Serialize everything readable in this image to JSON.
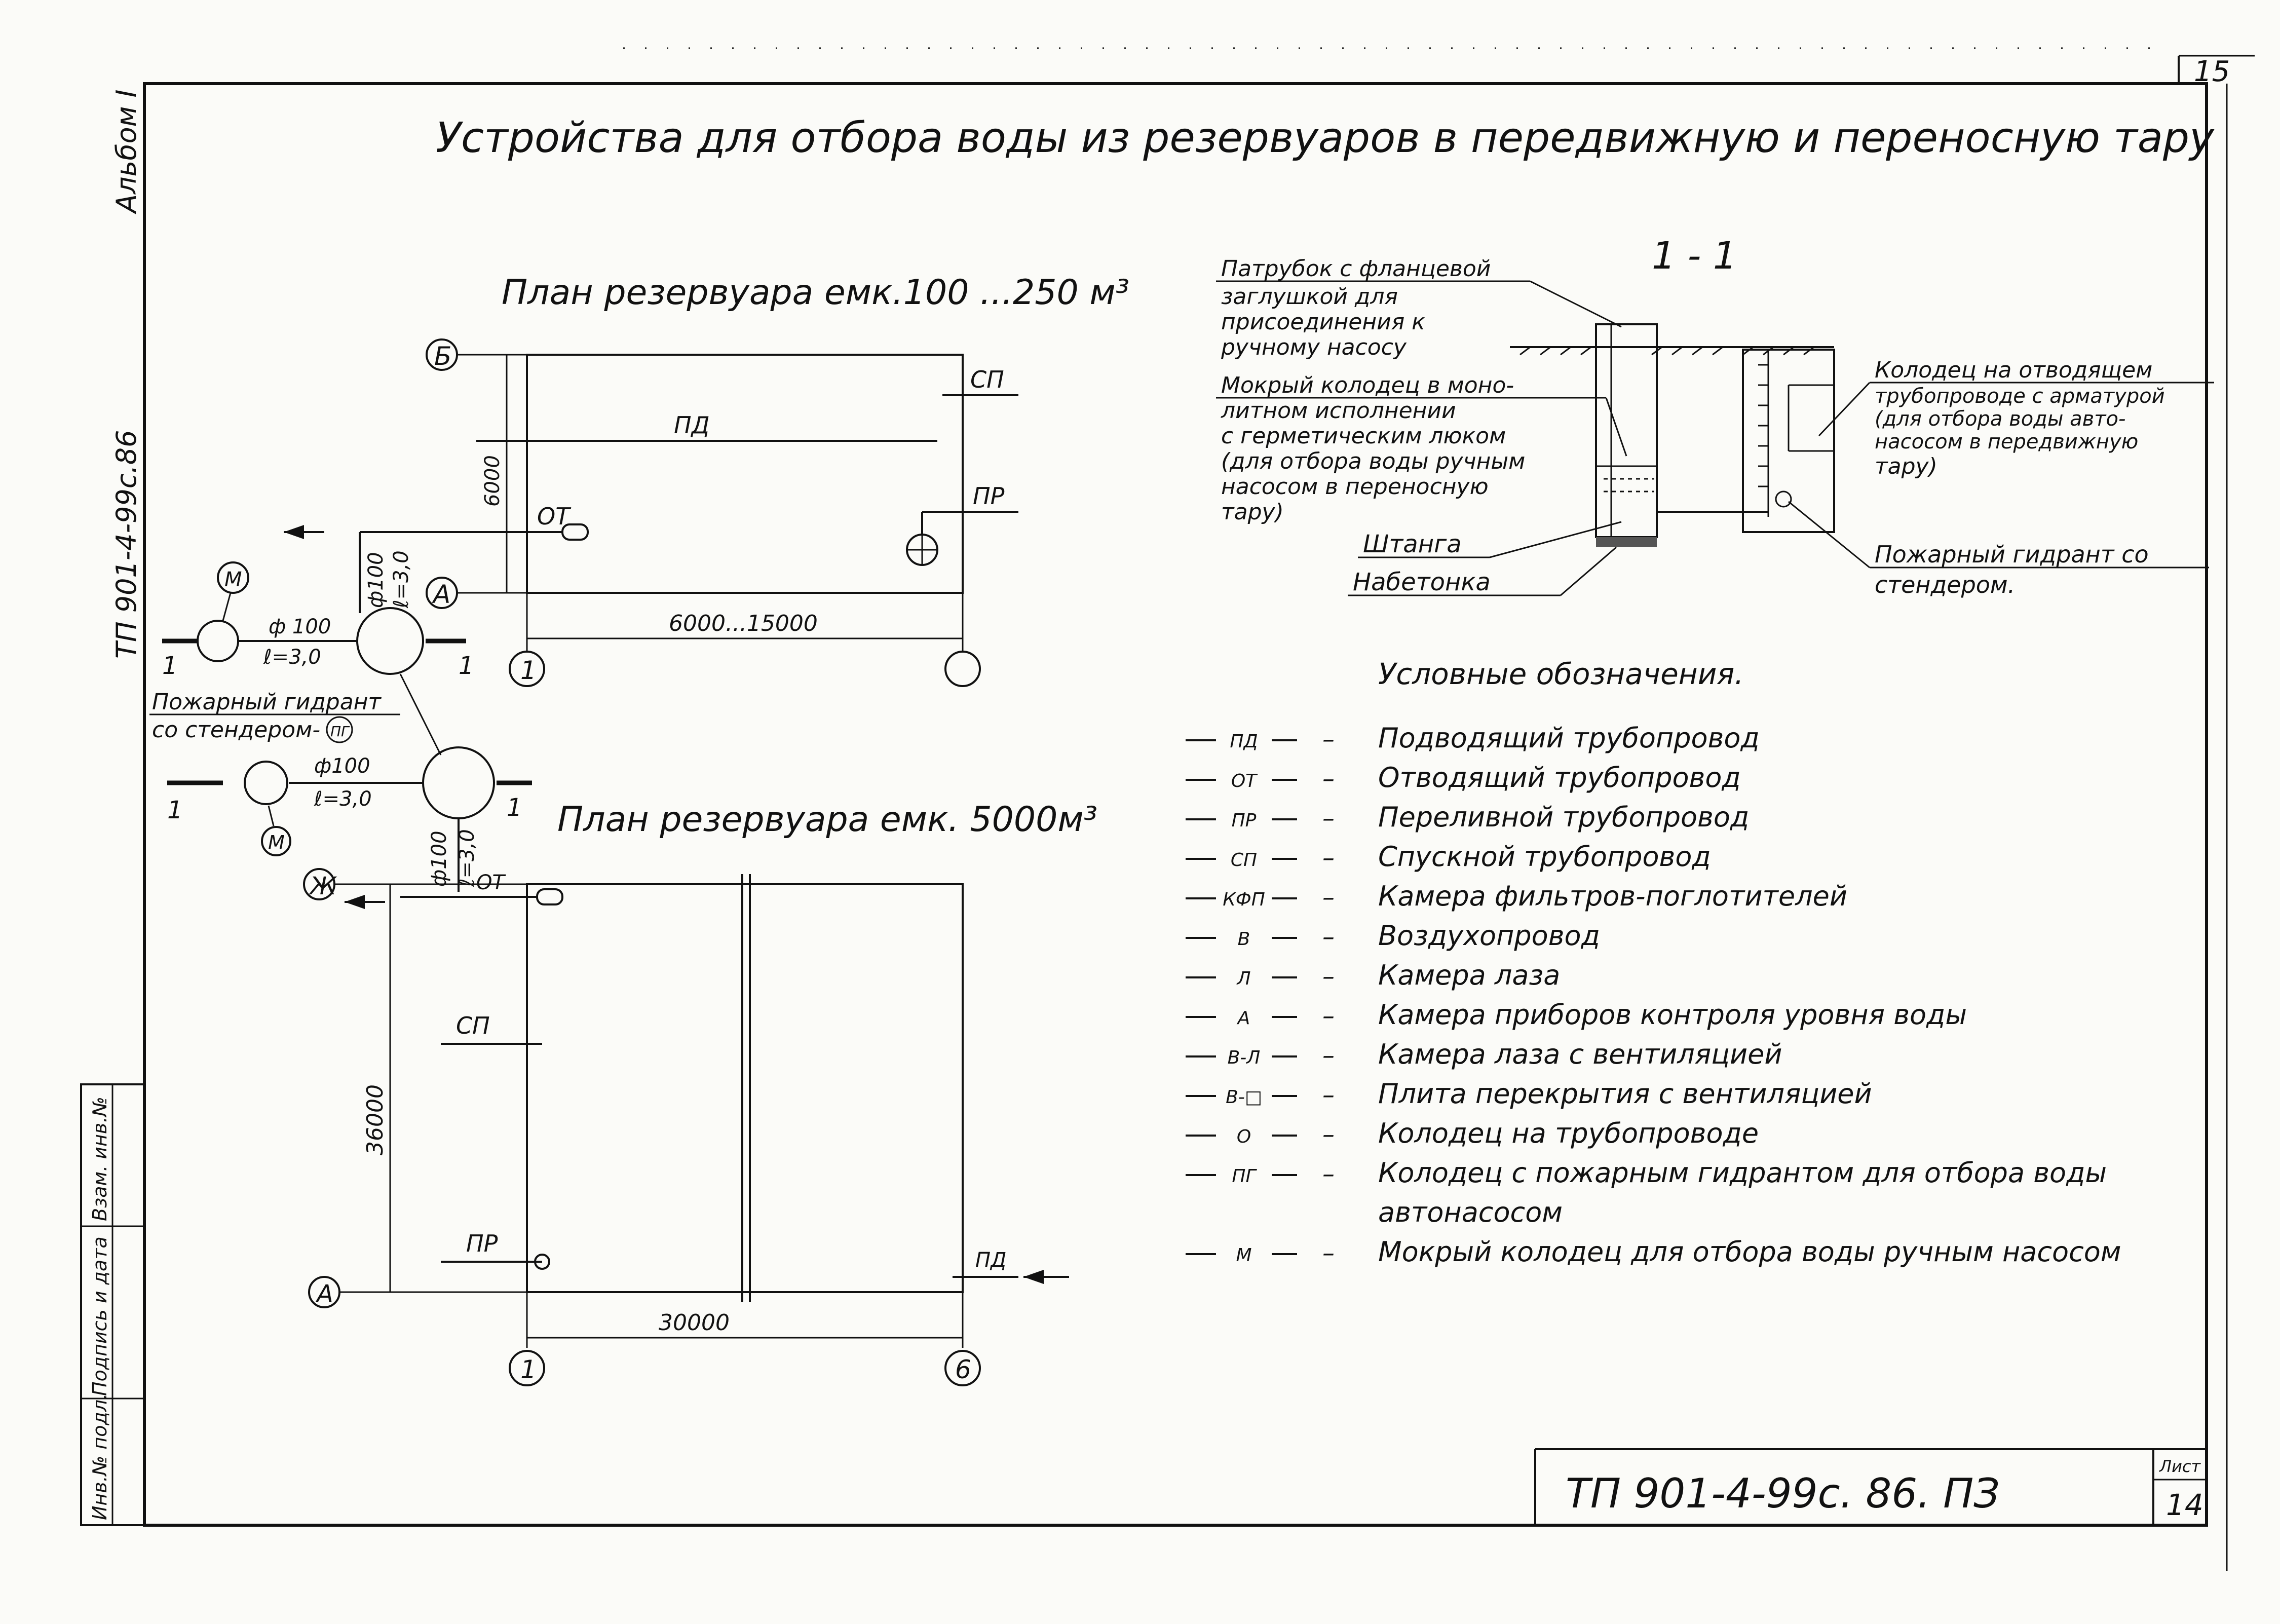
{
  "sheet_marker": "15",
  "main_title": "Устройства для отбора воды из резервуаров в передвижную и переносную тару",
  "left_margin": {
    "album": "Альбом I",
    "doc_code": "ТП 901-4-99с.86",
    "stamp_cols": [
      "Инв.№ подл.",
      "Подпись и дата",
      "Взам. инв.№"
    ]
  },
  "plan1": {
    "title": "План резервуара емк.100 ...250 м³",
    "axis_b": "Б",
    "axis_a": "А",
    "axis_1": "1",
    "pipe_sp": "СП",
    "pipe_pd": "ПД",
    "pipe_ot": "ОТ",
    "pipe_pr": "ПР",
    "dim_vertical": "6000",
    "dim_horizontal": "6000...15000",
    "dia_vert": "ф100",
    "len_vert": "ℓ=3,0",
    "dia_horiz": "ф 100",
    "len_horiz": "ℓ=3,0",
    "well_m": "М",
    "section_mark": "1"
  },
  "hydrant_label": {
    "line1": "Пожарный гидрант",
    "line2": "со стендером-",
    "symbol": "ПГ"
  },
  "plan2": {
    "title": "План резервуара емк. 5000м³",
    "axis_zh": "Ж",
    "axis_a": "А",
    "axis_1": "1",
    "axis_6": "6",
    "pipe_ot": "ОТ",
    "pipe_sp": "СП",
    "pipe_pr": "ПР",
    "pipe_pd": "ПД",
    "dim_vertical": "36000",
    "dim_horizontal": "30000",
    "dia_horiz": "ф100",
    "len_horiz": "ℓ=3,0",
    "dia_vert": "ф100",
    "len_vert": "ℓ=3,0",
    "well_m": "М",
    "section_mark": "1"
  },
  "section": {
    "title": "1 - 1",
    "callout_branch": [
      "Патрубок с фланцевой",
      "заглушкой для",
      "присоединения к",
      "ручному насосу"
    ],
    "callout_wet_well": [
      "Мокрый колодец в моно-",
      "литном исполнении",
      "с герметическим люком",
      "(для отбора воды ручным",
      "насосом в переносную",
      "тару)"
    ],
    "callout_rod": "Штанга",
    "callout_concrete": "Набетонка",
    "callout_well_outlet": [
      "Колодец на отводящем",
      "трубопроводе с арматурой",
      "(для отбора воды авто-",
      "насосом в передвижную",
      "тару)"
    ],
    "callout_hydrant": [
      "Пожарный гидрант со",
      "стендером."
    ]
  },
  "legend": {
    "title": "Условные обозначения.",
    "items": [
      {
        "sym": "ПД",
        "text": "Подводящий трубопровод"
      },
      {
        "sym": "ОТ",
        "text": "Отводящий трубопровод"
      },
      {
        "sym": "ПР",
        "text": "Переливной трубопровод"
      },
      {
        "sym": "СП",
        "text": "Спускной трубопровод"
      },
      {
        "sym": "КФП",
        "text": "Камера фильтров-поглотителей"
      },
      {
        "sym": "В",
        "text": "Воздухопровод"
      },
      {
        "sym": "Л",
        "text": "Камера лаза"
      },
      {
        "sym": "А",
        "text": "Камера приборов контроля уровня воды"
      },
      {
        "sym": "В-Л",
        "text": "Камера лаза с вентиляцией"
      },
      {
        "sym": "В-□",
        "text": "Плита перекрытия с вентиляцией"
      },
      {
        "sym": "О",
        "text": "Колодец на трубопроводе"
      },
      {
        "sym": "ПГ",
        "text": "Колодец с пожарным гидрантом для отбора воды"
      },
      {
        "sym": "",
        "text": "автонасосом"
      },
      {
        "sym": "М",
        "text": "Мокрый колодец для отбора воды ручным насосом"
      }
    ],
    "dash": "–"
  },
  "title_block": {
    "code": "ТП 901-4-99с. 86. ПЗ",
    "sheet_label": "Лист",
    "sheet_no": "14"
  }
}
